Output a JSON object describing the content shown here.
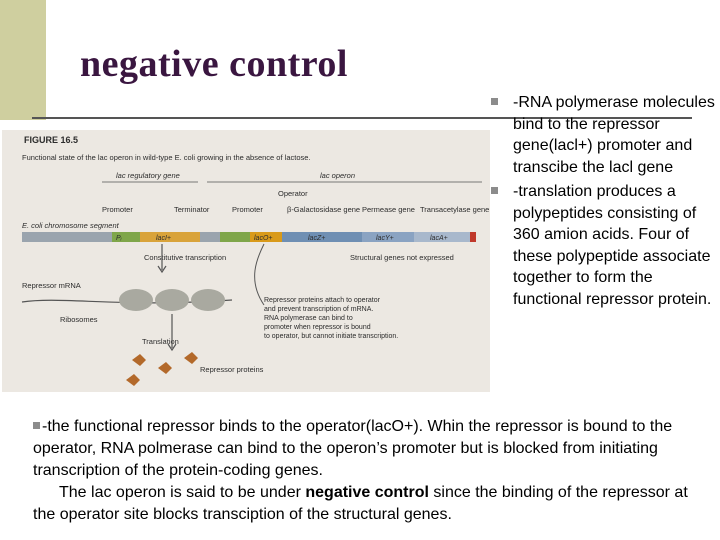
{
  "slide": {
    "title": "negative control",
    "bullets": [
      "-RNA polymerase molecules bind to the repressor gene(lacl+) promoter and transcibe the lacl gene",
      " -translation produces a polypeptides consisting of 360 amion acids. Four of these polypeptide associate together to form the functional repressor protein."
    ],
    "para_1_a": "-the functional repressor binds to the operator(lac",
    "para_1_b": "O+). Whin the repressor is bound to the operator, RNA polmerase can bind to the operon’s promoter but is blocked from initiating transcription of the protein-coding genes.",
    "para_2_a": "The lac operon is said to be under ",
    "para_2_bold": "negative control",
    "para_2_b": " since the binding of the repressor at the operator site blocks transciption of the structural genes."
  },
  "figure": {
    "label": "FIGURE 16.5",
    "caption": "Functional state of the lac operon in wild-type E. coli growing in the absence of lactose.",
    "regulatory_gene": "lac regulatory gene",
    "lac_operon": "lac operon",
    "operator": "Operator",
    "promoter_1": "Promoter",
    "terminator": "Terminator",
    "promoter_2": "Promoter",
    "beta_gal": "β-Galactosidase gene",
    "permease": "Permease gene",
    "transacetylase": "Transacetylase gene",
    "chromosome": "E. coli chromosome segment",
    "gene_p": "Pᵢ",
    "gene_laci": "lacI+",
    "gene_laco": "lacO+",
    "gene_lacz": "lacZ+",
    "gene_lacy": "lacY+",
    "gene_laca": "lacA+",
    "constitutive": "Constitutive transcription",
    "structural_not_expressed": "Structural genes not expressed",
    "repressor_mrna": "Repressor mRNA",
    "ribosomes": "Ribosomes",
    "translation": "Translation",
    "repressor_proteins": "Repressor proteins",
    "note": "Repressor proteins attach to operator and prevent transcription of mRNA. RNA polymerase can bind to promoter when repressor is bound to operator, but cannot initiate transcription."
  }
}
